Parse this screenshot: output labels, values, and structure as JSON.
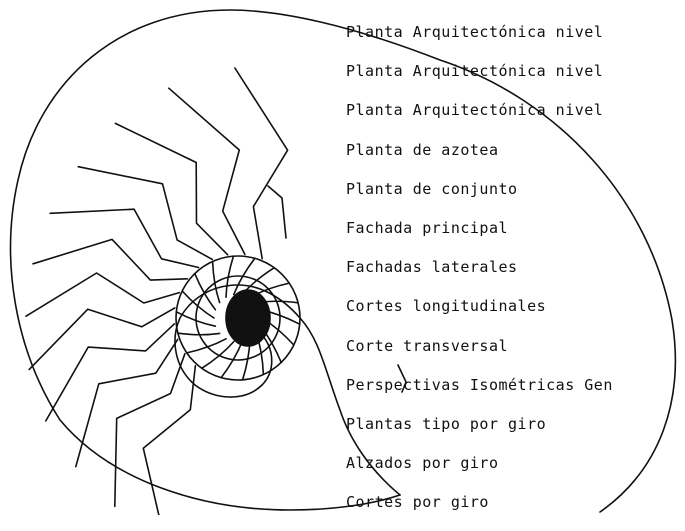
{
  "labels": [
    "Planta Arquitectónica nivel",
    "Planta Arquitectónica nivel",
    "Planta Arquitectónica nivel",
    "Planta de azotea",
    "Planta de conjunto",
    "Fachada principal",
    "Fachadas laterales",
    "Cortes longitudinales",
    "Corte transversal",
    "Perspectivas Isométricas Gen",
    "Plantas tipo por giro",
    "Alzados por giro",
    "Cortes por giro"
  ],
  "colors": {
    "ink": "#111111",
    "paper": "#ffffff"
  }
}
